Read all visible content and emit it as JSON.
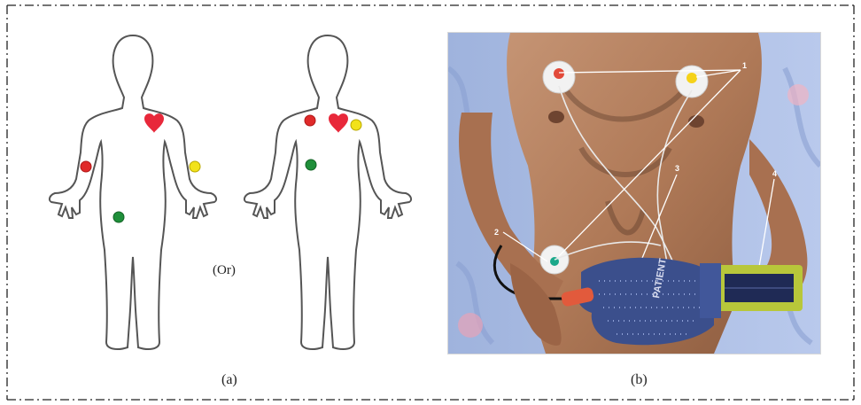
{
  "figure": {
    "panel_a": {
      "caption": "(a)",
      "separator": "(Or)",
      "electrode_colors": {
        "red": "#e02a2a",
        "yellow": "#f2e21a",
        "green": "#1f8f3a",
        "heart": "#e8283a"
      }
    },
    "panel_b": {
      "caption": "(b)",
      "callouts": [
        "1",
        "2",
        "3",
        "4"
      ],
      "glove_text": "PATIENT"
    }
  }
}
